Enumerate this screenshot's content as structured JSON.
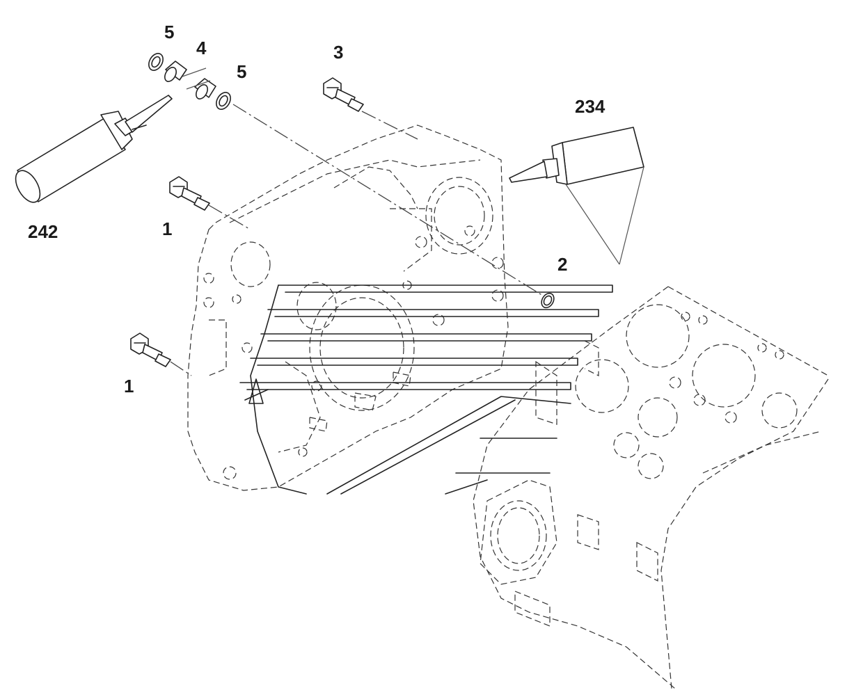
{
  "callouts": {
    "washer_upper_left": "5",
    "plug": "4",
    "washer_lower_right": "5",
    "bolt_top": "3",
    "sealant_tube": "234",
    "sealant_bottle": "242",
    "bolt_middle": "1",
    "bolt_lower": "1",
    "oring": "2"
  },
  "colors": {
    "line": "#222222",
    "background": "#ffffff"
  }
}
